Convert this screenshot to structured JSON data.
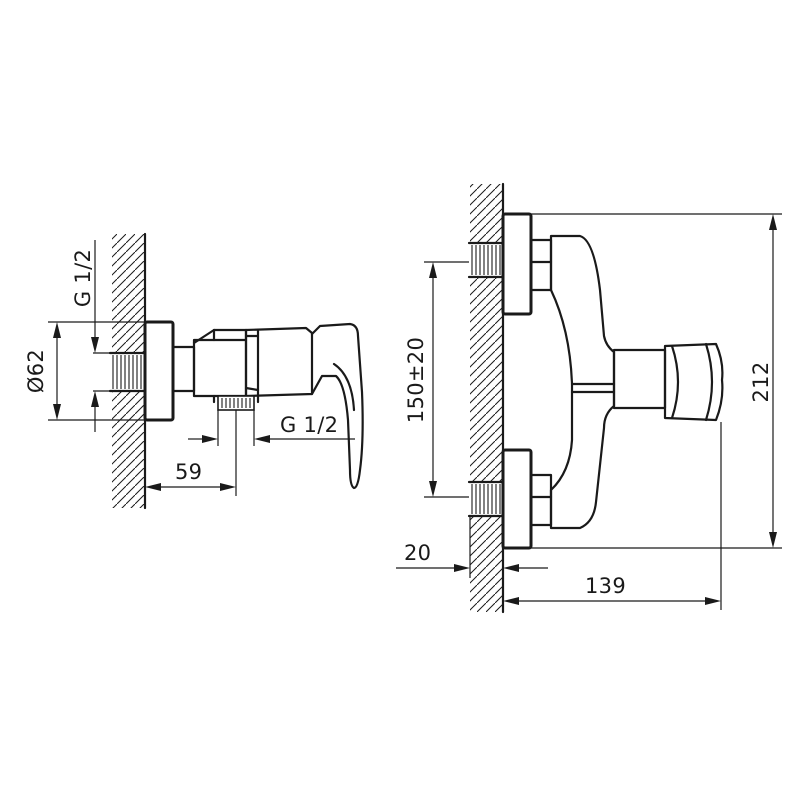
{
  "side_view": {
    "label_thread_inlet": "G 1/2",
    "label_diameter": "Ø62",
    "label_thread_outlet": "G 1/2",
    "label_depth": "59"
  },
  "front_view": {
    "label_centers": "150±20",
    "label_height": "212",
    "label_wall_offset": "20",
    "label_length": "139"
  }
}
